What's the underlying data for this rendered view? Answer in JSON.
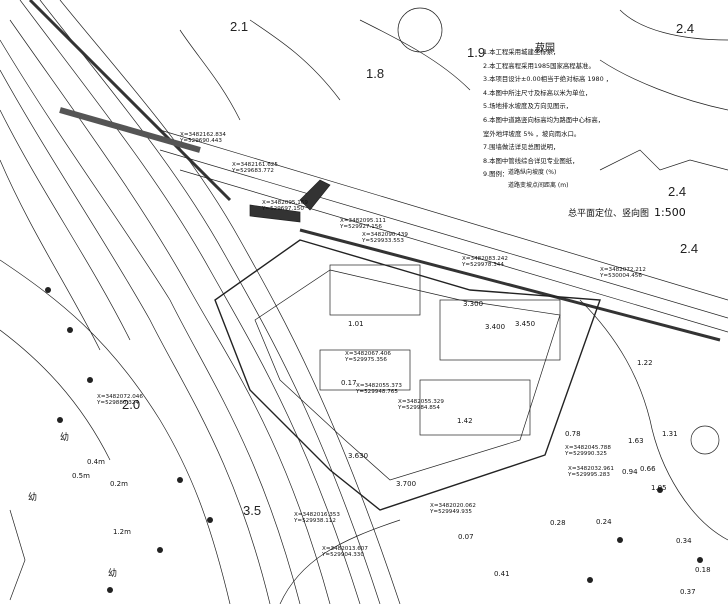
{
  "drawing": {
    "title": "总平面定位、竖向图",
    "scale": "1:500",
    "contours": [
      "2.1",
      "1.8",
      "2.4",
      "2.4",
      "2.4",
      "2.0",
      "3.5",
      "1.9"
    ],
    "place_label": "菽园"
  },
  "notes": [
    "1.本工程采用城建坐标系，",
    "2.本工程高程采用1985国家高程基准。",
    "3.本项目设计±0.00相当于绝对标高 1980 ，",
    "4.本图中所注尺寸及标高以米为单位，",
    "5.场地排水坡度及方向见图示，",
    "6.本图中道路竖向标高均为路面中心标高，",
    "   室外地坪坡度 5% ，坡向雨水口。",
    "7.围墙做法详见总图说明，",
    "8.本图中管线综合详见专业图纸，",
    "9.图例："
  ],
  "legend": {
    "slope_label": "道路纵向坡度 (%)",
    "length_label": "道路变坡点间距离 (m)"
  },
  "coordinates": [
    {
      "x": "X=3482162.834",
      "y": "Y=529690.443"
    },
    {
      "x": "X=3482161.625",
      "y": "Y=529683.772"
    },
    {
      "x": "X=3482095.169",
      "y": "Y=529697.150"
    },
    {
      "x": "X=3482095.111",
      "y": "Y=529927.156"
    },
    {
      "x": "X=3482090.439",
      "y": "Y=529933.553"
    },
    {
      "x": "X=3482083.242",
      "y": "Y=529978.344"
    },
    {
      "x": "X=3482072.212",
      "y": "Y=530004.456"
    },
    {
      "x": "X=3482072.046",
      "y": "Y=529880.324"
    },
    {
      "x": "X=3482067.406",
      "y": "Y=529975.356"
    },
    {
      "x": "X=3482055.373",
      "y": "Y=529948.765"
    },
    {
      "x": "X=3482055.329",
      "y": "Y=529984.854"
    },
    {
      "x": "X=3482045.788",
      "y": "Y=529990.325"
    },
    {
      "x": "X=3482032.961",
      "y": "Y=529995.283"
    },
    {
      "x": "X=3482020.062",
      "y": "Y=529949.935"
    },
    {
      "x": "X=3482016.353",
      "y": "Y=529938.112"
    },
    {
      "x": "X=3482013.607",
      "y": "Y=529904.330"
    }
  ],
  "elevations": [
    "3.450",
    "3.400",
    "3.300",
    "3.630",
    "3.700",
    "1.42",
    "1.01",
    "0.78",
    "1.22",
    "1.63",
    "0.66",
    "0.34",
    "0.18",
    "0.17",
    "0.37",
    "1.31",
    "0.94",
    "1.05",
    "0.41",
    "0.28",
    "0.24",
    "0.07"
  ],
  "small_labels": [
    "0.4m",
    "0.5m",
    "0.2m",
    "1.2m",
    "幼",
    "幼",
    "幼"
  ]
}
